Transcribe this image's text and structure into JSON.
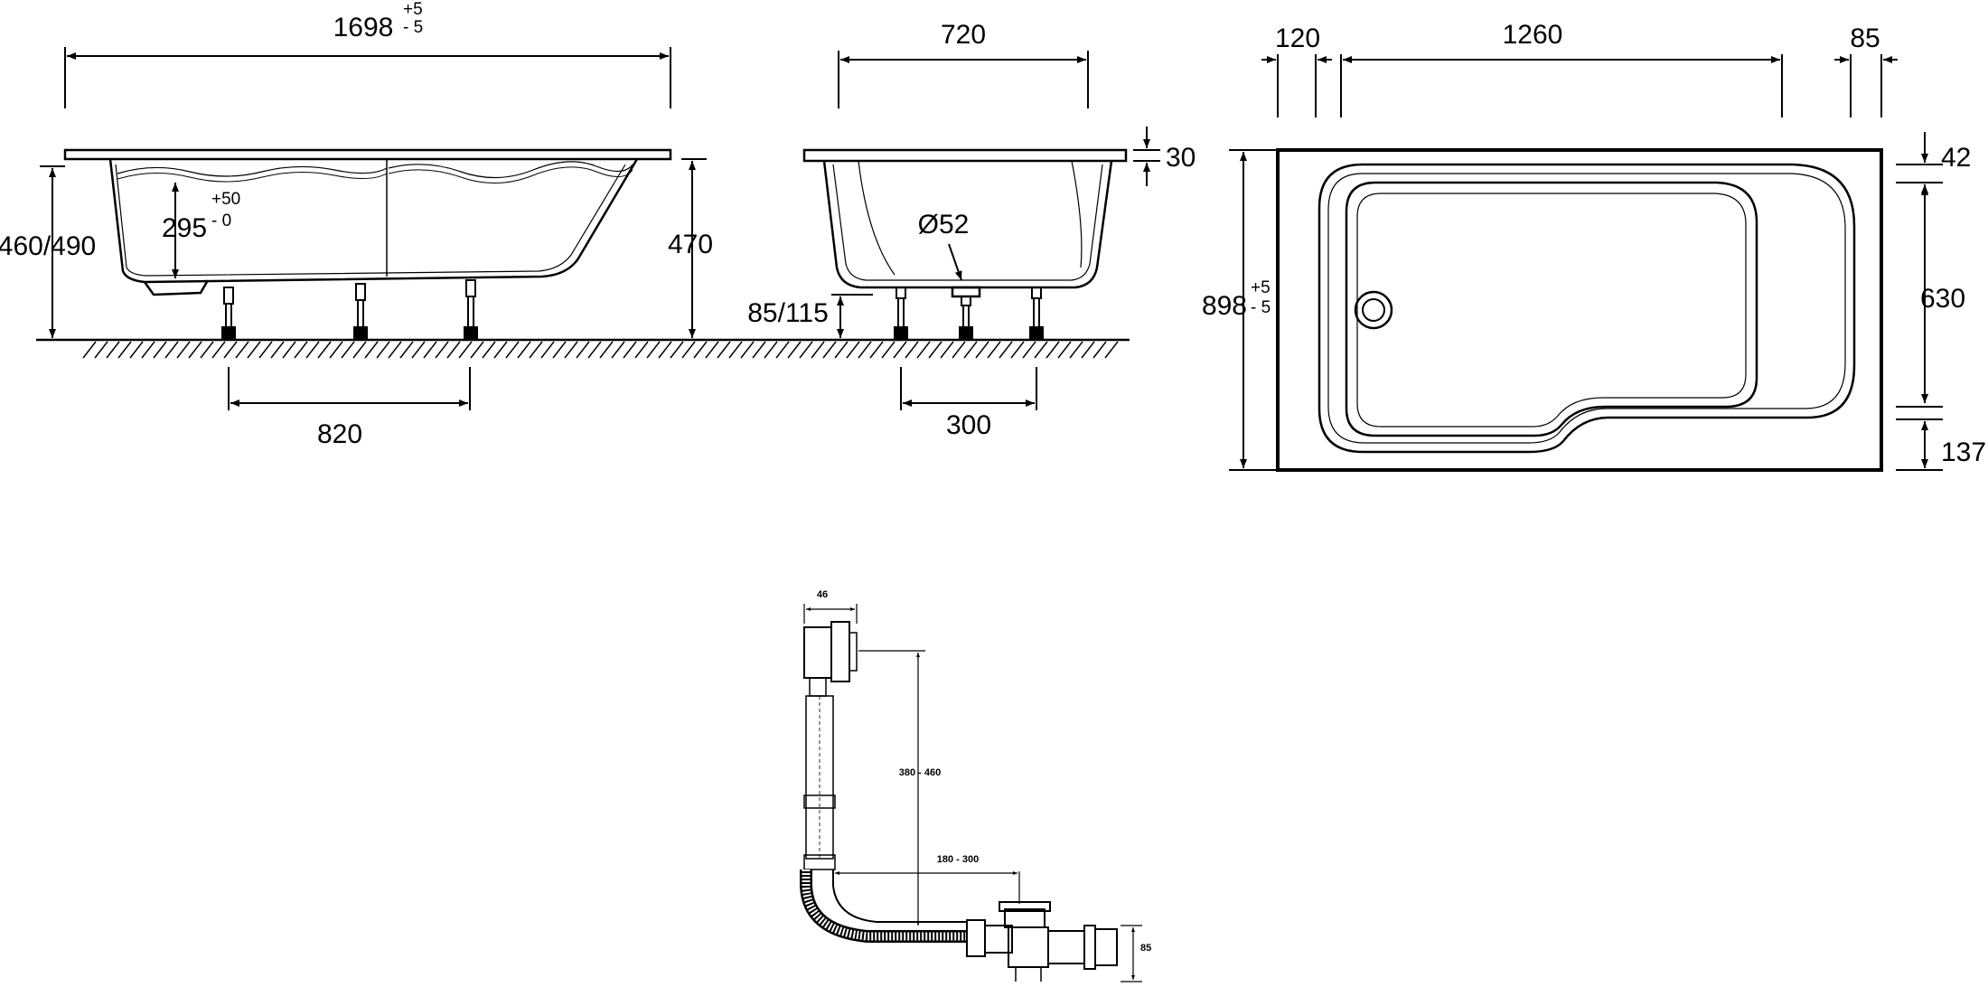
{
  "side_view": {
    "overall_length": "1698",
    "length_tol_plus": "+5",
    "length_tol_minus": "- 5",
    "total_height": "460/490",
    "inner_depth": "295",
    "depth_tol_plus": "+50",
    "depth_tol_minus": "- 0",
    "rim_height": "470",
    "leg_spacing": "820"
  },
  "end_view": {
    "width": "720",
    "rim_thickness": "30",
    "drain_diameter": "Ø52",
    "leg_height": "85/115",
    "leg_spacing": "300"
  },
  "plan_view": {
    "left_margin": "120",
    "basin_length": "1260",
    "right_margin": "85",
    "overall_width": "898",
    "width_tol_plus": "+5",
    "width_tol_minus": "- 5",
    "top_margin": "42",
    "basin_width": "630",
    "bottom_margin": "137"
  },
  "waste_fitting": {
    "overflow_depth": "46",
    "height_range": "380 - 460",
    "length_range": "180 - 300",
    "trap_height": "85"
  }
}
